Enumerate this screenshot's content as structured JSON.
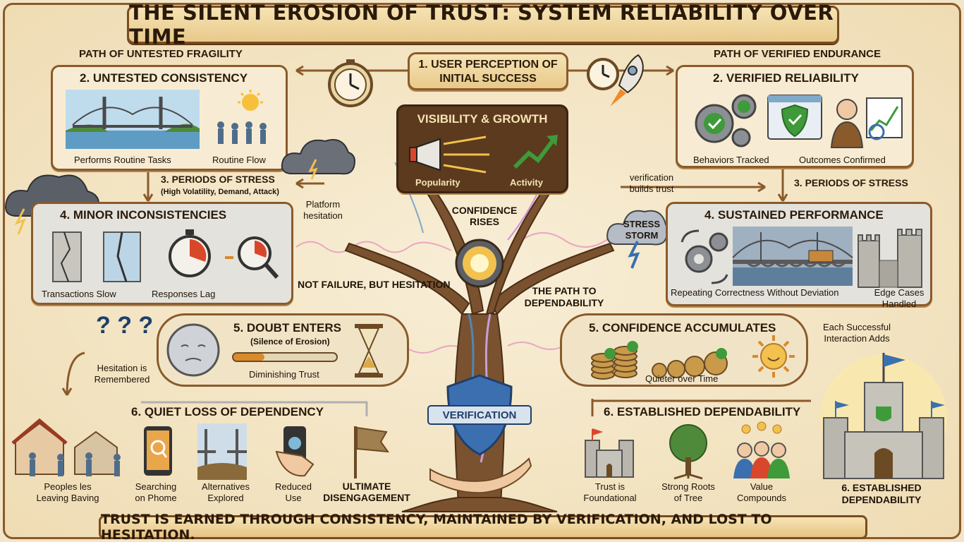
{
  "title": "THE SILENT EROSION OF TRUST: SYSTEM RELIABILITY OVER TIME",
  "footer": "TRUST IS EARNED THROUGH CONSISTENCY, MAINTAINED BY VERIFICATION, AND LOST TO HESITATION.",
  "left_path": "PATH OF UNTESTED FRAGILITY",
  "right_path": "PATH OF VERIFIED ENDURANCE",
  "center": {
    "start_line1": "1. USER PERCEPTION OF",
    "start_line2": "INITIAL SUCCESS",
    "visibility_title": "VISIBILITY & GROWTH",
    "popularity": "Popularity",
    "activity": "Activity",
    "confidence_line1": "CONFIDENCE",
    "confidence_line2": "RISES",
    "path_line1": "THE PATH TO",
    "path_line2": "DEPENDABILITY",
    "not_failure": "NOT FAILURE, BUT HESITATION",
    "verification": "VERIFICATION"
  },
  "left": {
    "untested_title": "2. UNTESTED CONSISTENCY",
    "routine_tasks": "Performs Routine Tasks",
    "routine_flow": "Routine Flow",
    "stress_title": "3. PERIODS OF STRESS",
    "stress_sub": "(High Volatility, Demand, Attack)",
    "platform_line1": "Platform",
    "platform_line2": "hesitation",
    "minor_title": "4. MINOR INCONSISTENCIES",
    "transactions_slow": "Transactions Slow",
    "responses_lag": "Responses Lag",
    "doubt_title": "5. DOUBT ENTERS",
    "doubt_sub": "(Silence of Erosion)",
    "diminishing": "Diminishing Trust",
    "hesitation_line1": "Hesitation is",
    "hesitation_line2": "Remembered",
    "quiet_title": "6. QUIET LOSS OF DEPENDENCY",
    "items": [
      {
        "l1": "Peoples les",
        "l2": "Leaving Baving"
      },
      {
        "l1": "Searching",
        "l2": "on Phome"
      },
      {
        "l1": "Alternatives",
        "l2": "Explored"
      },
      {
        "l1": "Reduced",
        "l2": "Use"
      },
      {
        "l1": "ULTIMATE",
        "l2": "DISENGAGEMENT"
      }
    ]
  },
  "right": {
    "verified_title": "2. VERIFIED RELIABILITY",
    "behaviors": "Behaviors Tracked",
    "outcomes": "Outcomes Confirmed",
    "verif_line1": "verification",
    "verif_line2": "builds trust",
    "stress_title": "3. PERIODS OF STRESS",
    "storm_line1": "STRESS",
    "storm_line2": "STORM",
    "sustained_title": "4. SUSTAINED PERFORMANCE",
    "repeating": "Repeating Correctness Without Deviation",
    "edge_line1": "Edge Cases",
    "edge_line2": "Handled",
    "confidence_title": "5. CONFIDENCE ACCUMULATES",
    "quieter": "Quieter over Time",
    "each_line1": "Each Successful",
    "each_line2": "Interaction Adds",
    "established_title": "6. ESTABLISHED DEPENDABILITY",
    "items": [
      {
        "l1": "Trust is",
        "l2": "Foundational"
      },
      {
        "l1": "Strong Roots",
        "l2": "of Tree"
      },
      {
        "l1": "Value",
        "l2": "Compounds"
      }
    ],
    "castle_line1": "6. ESTABLISHED",
    "castle_line2": "DEPENDABILITY"
  },
  "colors": {
    "wood": "#8a5a2b",
    "parchment": "#f7ecd3",
    "accent_blue": "#3b6fb0",
    "danger_red": "#d9472b",
    "success_green": "#3f9a3a"
  }
}
